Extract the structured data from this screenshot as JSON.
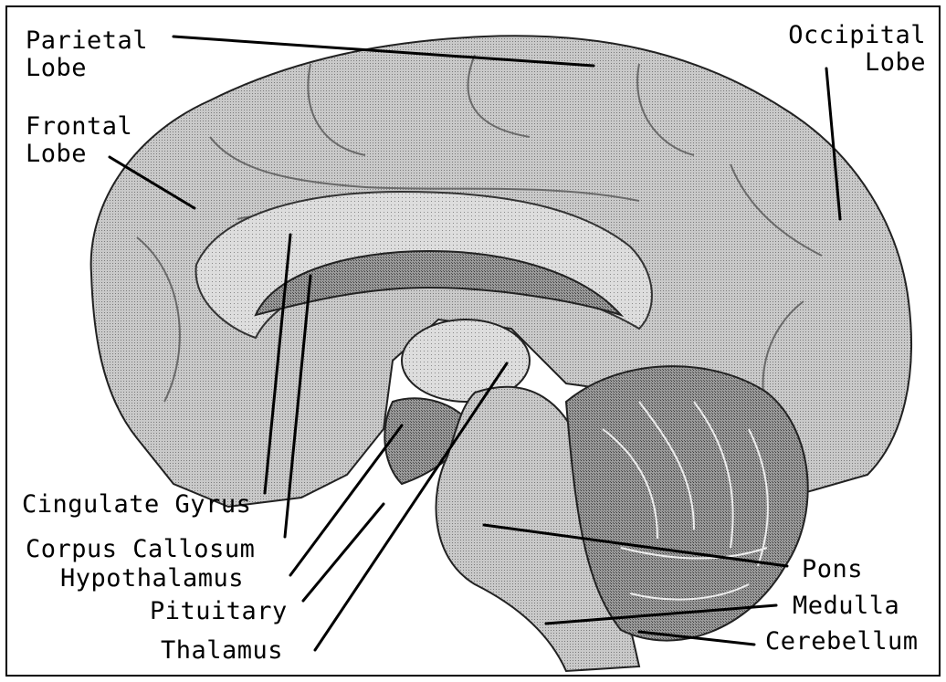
{
  "labels": {
    "parietal_lobe": "Parietal\nLobe",
    "frontal_lobe": "Frontal\nLobe",
    "occipital_lobe": "Occipital\nLobe",
    "cingulate_gyrus": "Cingulate Gyrus",
    "corpus_callosum": "Corpus Callosum",
    "hypothalamus": "Hypothalamus",
    "pituitary": "Pituitary",
    "thalamus": "Thalamus",
    "pons": "Pons",
    "medulla": "Medulla",
    "cerebellum": "Cerebellum"
  },
  "colors": {
    "ink": "#000000",
    "brain_fill": "#b9b9b9",
    "brain_dark": "#8f8f8f",
    "brain_light": "#d8d8d8",
    "background": "#ffffff"
  }
}
